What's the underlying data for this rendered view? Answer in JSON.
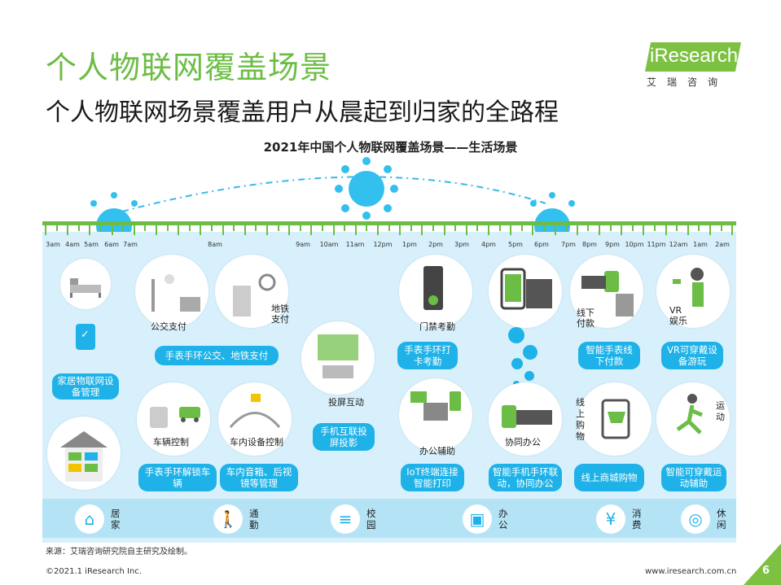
{
  "title": "个人物联网覆盖场景",
  "subtitle": "个人物联网场景覆盖用户从晨起到归家的全路程",
  "logo": {
    "brand": "iResearch",
    "cn": "艾瑞咨询"
  },
  "chart_title": "2021年中国个人物联网覆盖场景——生活场景",
  "timeline_hours": [
    "3am",
    "4am",
    "5am",
    "6am",
    "7am",
    "8am",
    "9am",
    "10am",
    "11am",
    "12pm",
    "1pm",
    "2pm",
    "3pm",
    "4pm",
    "5pm",
    "6pm",
    "7pm",
    "8pm",
    "9pm",
    "10pm",
    "11pm",
    "12am",
    "1am",
    "2am"
  ],
  "scenes": {
    "home_iot": "家居物联网设备管理",
    "bus_pay": "公交支付",
    "metro_pay": "地铁支付",
    "watch_transit": "手表手环公交、地铁支付",
    "vehicle_control": "车辆控制",
    "in_car_control": "车内设备控制",
    "watch_unlock": "手表手环解锁车辆",
    "in_car_media": "车内音箱、后视镜等管理",
    "screen_cast": "投屏互动",
    "phone_cast": "手机互联投屏投影",
    "door_access": "门禁考勤",
    "watch_attendance": "手表手环打卡考勤",
    "office_assist": "办公辅助",
    "iot_print": "IoT终端连接智能打印",
    "collab_office": "协同办公",
    "phone_watch_collab": "智能手机手环联动，协同办公",
    "offline_pay": "线下付款",
    "watch_offline_pay": "智能手表线下付款",
    "online_shop": "线上购物",
    "online_mall": "线上商城购物",
    "vr_fun": "VR娱乐",
    "vr_games": "VR可穿戴设备游玩",
    "sport": "运动",
    "wearable_sport": "智能可穿戴运动辅助"
  },
  "categories": [
    {
      "label": "居家",
      "icon": "home-icon"
    },
    {
      "label": "通勤",
      "icon": "walking-person-icon"
    },
    {
      "label": "校园",
      "icon": "books-icon"
    },
    {
      "label": "办公",
      "icon": "briefcase-icon"
    },
    {
      "label": "消费",
      "icon": "yen-icon"
    },
    {
      "label": "休闲",
      "icon": "gamepad-icon"
    }
  ],
  "colors": {
    "green": "#6cbd45",
    "blue": "#1eb2e8",
    "panel": "#d8f0fb",
    "category_bar": "#b4e3f6"
  },
  "source": "来源：艾瑞咨询研究院自主研究及绘制。",
  "copyright": "©2021.1 iResearch Inc.",
  "website": "www.iresearch.com.cn",
  "page_number": "6"
}
